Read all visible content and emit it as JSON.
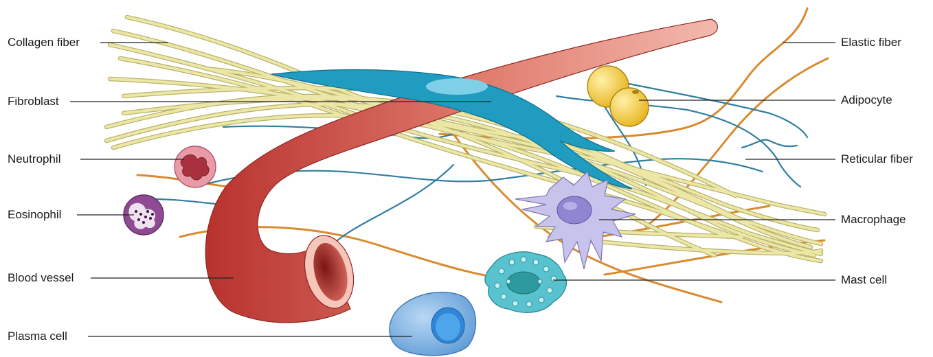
{
  "labels": {
    "left": {
      "collagen_fiber": "Collagen fiber",
      "fibroblast": "Fibroblast",
      "neutrophil": "Neutrophil",
      "eosinophil": "Eosinophil",
      "blood_vessel": "Blood vessel",
      "plasma_cell": "Plasma cell"
    },
    "right": {
      "elastic_fiber": "Elastic fiber",
      "adipocyte": "Adipocyte",
      "reticular_fiber": "Reticular fiber",
      "macrophage": "Macrophage",
      "mast_cell": "Mast cell"
    }
  },
  "colors": {
    "collagen": "#ece7a6",
    "collagen_edge": "#b8b36a",
    "fibroblast": "#1f9cc0",
    "elastic": "#d98a2f",
    "reticular": "#2f7f9e",
    "vessel_dark": "#b8322e",
    "vessel_light": "#f3b9ae",
    "neutrophil": "#e89aa6",
    "eosinophil": "#8e4b93",
    "adipocyte": "#f2c531",
    "macrophage": "#c8c3ea",
    "mast_cell": "#58c3cf",
    "plasma_cell": "#7fb4e3",
    "leader": "#222222"
  }
}
